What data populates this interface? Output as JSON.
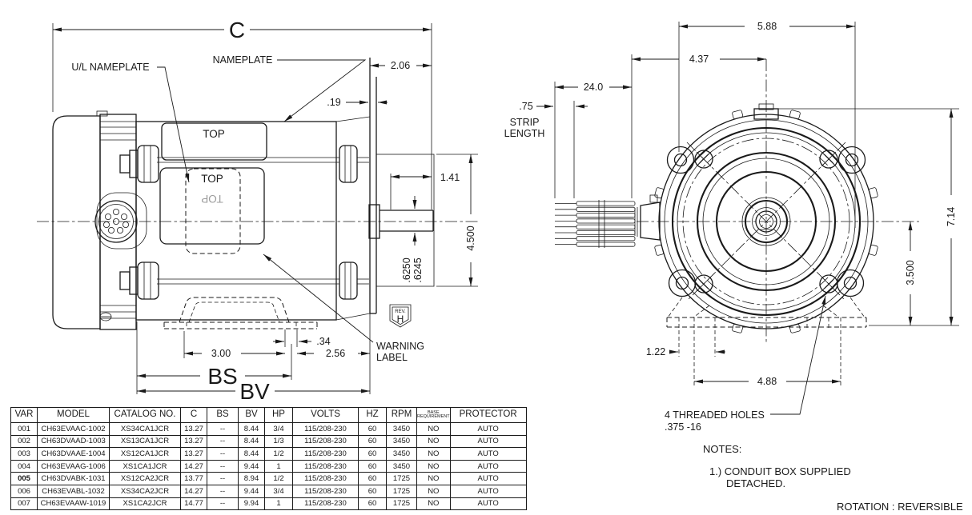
{
  "drawing": {
    "side_view": {
      "dim_overall_length": "C",
      "label_ul_nameplate": "U/L NAMEPLATE",
      "label_nameplate": "NAMEPLATE",
      "dim_shaft_ext": "2.06",
      "dim_plate_thickness": ".19",
      "dim_shaft_length": "1.41",
      "dim_face_height": "4.500",
      "dim_shaft_dia_max": ".6250",
      "dim_shaft_dia_min": ".6245",
      "nameplate_text": "TOP",
      "ul_nameplate_text": "TOP",
      "ul_nameplate_text_mirrored": "TOP",
      "rev_label": "REV.",
      "rev_value": "H",
      "label_warning_line1": "WARNING",
      "label_warning_line2": "LABEL",
      "dim_slot_width": ".34",
      "dim_base_slot_span": "3.00",
      "dim_base_to_face": "2.56",
      "dim_bs": "BS",
      "dim_bv": "BV"
    },
    "front_view": {
      "dim_lug_span": "5.88",
      "dim_center_to_leads": "4.37",
      "dim_lead_length": "24.0",
      "dim_strip": ".75",
      "label_strip_line1": "STRIP",
      "label_strip_line2": "LENGTH",
      "dim_overall_height": "7.14",
      "dim_center_to_base": "3.500",
      "dim_slot_offset": "1.22",
      "dim_base_span": "4.88",
      "label_threaded_holes_line1": "4 THREADED HOLES",
      "label_threaded_holes_line2": ".375 -16"
    },
    "notes": {
      "heading": "NOTES:",
      "note1_line1": "1.) CONDUIT BOX SUPPLIED",
      "note1_line2": "DETACHED.",
      "rotation": "ROTATION : REVERSIBLE"
    }
  },
  "table": {
    "headers": [
      "VAR",
      "MODEL",
      "CATALOG NO.",
      "C",
      "BS",
      "BV",
      "HP",
      "VOLTS",
      "HZ",
      "RPM",
      "BASE\nREQUIREMENT",
      "PROTECTOR"
    ],
    "rows": [
      [
        "001",
        "CH63EVAAC-1002",
        "XS34CA1JCR",
        "13.27",
        "--",
        "8.44",
        "3/4",
        "115/208-230",
        "60",
        "3450",
        "NO",
        "AUTO"
      ],
      [
        "002",
        "CH63DVAAD-1003",
        "XS13CA1JCR",
        "13.27",
        "--",
        "8.44",
        "1/3",
        "115/208-230",
        "60",
        "3450",
        "NO",
        "AUTO"
      ],
      [
        "003",
        "CH63DVAAE-1004",
        "XS12CA1JCR",
        "13.27",
        "--",
        "8.44",
        "1/2",
        "115/208-230",
        "60",
        "3450",
        "NO",
        "AUTO"
      ],
      [
        "004",
        "CH63EVAAG-1006",
        "XS1CA1JCR",
        "14.27",
        "--",
        "9.44",
        "1",
        "115/208-230",
        "60",
        "3450",
        "NO",
        "AUTO"
      ],
      [
        "005",
        "CH63DVABK-1031",
        "XS12CA2JCR",
        "13.77",
        "--",
        "8.94",
        "1/2",
        "115/208-230",
        "60",
        "1725",
        "NO",
        "AUTO"
      ],
      [
        "006",
        "CH63EVABL-1032",
        "XS34CA2JCR",
        "14.27",
        "--",
        "9.44",
        "3/4",
        "115/208-230",
        "60",
        "1725",
        "NO",
        "AUTO"
      ],
      [
        "007",
        "CH63EVAAW-1019",
        "XS1CA2JCR",
        "14.77",
        "--",
        "9.94",
        "1",
        "115/208-230",
        "60",
        "1725",
        "NO",
        "AUTO"
      ]
    ],
    "bold_row_var": "005"
  }
}
